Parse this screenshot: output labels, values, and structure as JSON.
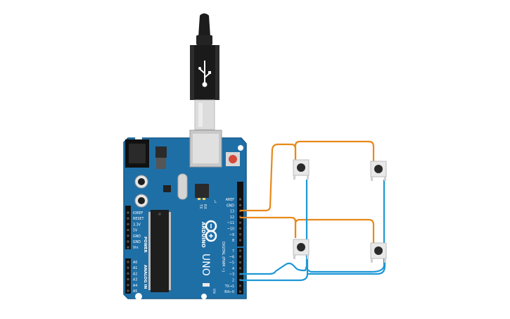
{
  "board": {
    "brand": "ARDUINO",
    "model": "UNO",
    "power_header": "POWER",
    "analog_header": "ANALOG IN",
    "digital_header": "DIGITAL (PWM ~)",
    "power_pins": [
      "IOREF",
      "RESET",
      "3.3V",
      "5V",
      "GND",
      "GND",
      "Vin"
    ],
    "analog_pins": [
      "A0",
      "A1",
      "A2",
      "A3",
      "A4",
      "A5"
    ],
    "digital_top_pins": [
      "AREF",
      "GND",
      "13",
      "12",
      "~11",
      "~10",
      "~9",
      "8"
    ],
    "digital_bottom_pins": [
      "7",
      "~6",
      "~5",
      "4",
      "~3",
      "2",
      "TX→1",
      "RX←0"
    ],
    "led_tx": "TX",
    "led_rx": "RX",
    "led_l": "L",
    "led_on": "ON"
  },
  "colors": {
    "board_blue": "#1f6fa7",
    "wire_orange": "#e8891a",
    "wire_blue": "#1d98d5"
  },
  "components": [
    "usb-cable",
    "arduino-uno",
    "pushbutton-1",
    "pushbutton-2",
    "pushbutton-3",
    "pushbutton-4"
  ]
}
